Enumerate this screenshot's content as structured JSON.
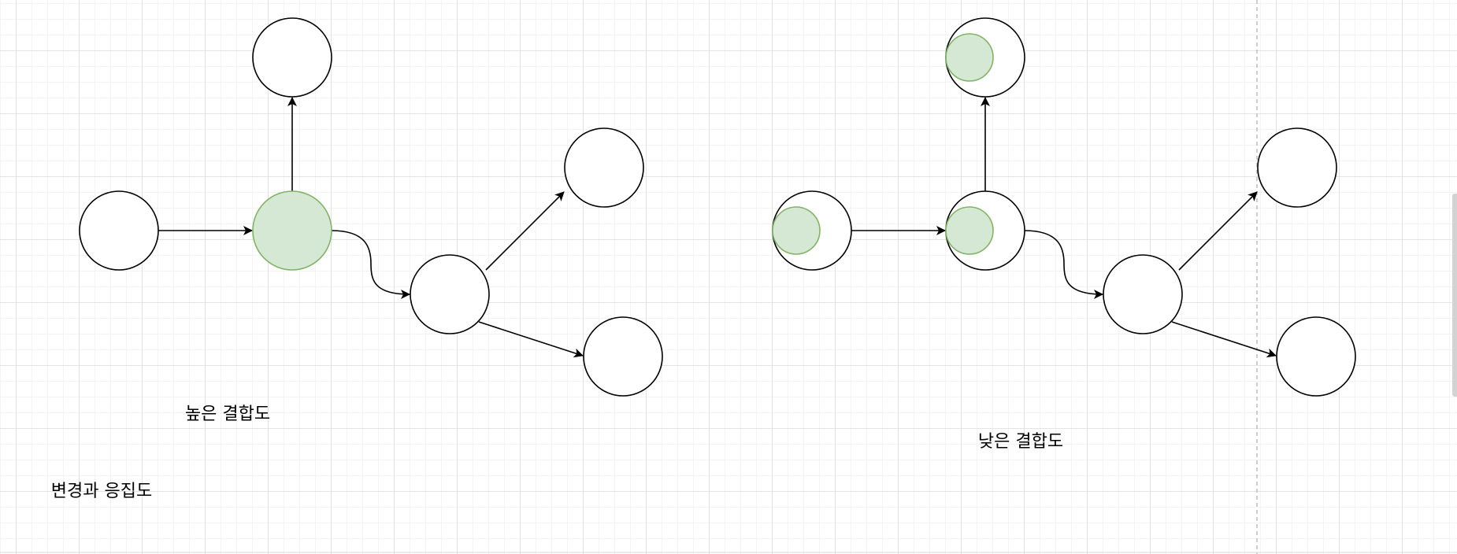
{
  "diagram": {
    "title": "변경과 응집도",
    "high_coupling": {
      "label": "높은 결합도"
    },
    "low_coupling": {
      "label": "낮은 결합도"
    }
  },
  "colors": {
    "node_stroke": "#000000",
    "node_fill": "#ffffff",
    "highlight_fill": "#d5e8d4",
    "highlight_stroke": "#82b366",
    "grid": "#e4e4e4"
  }
}
